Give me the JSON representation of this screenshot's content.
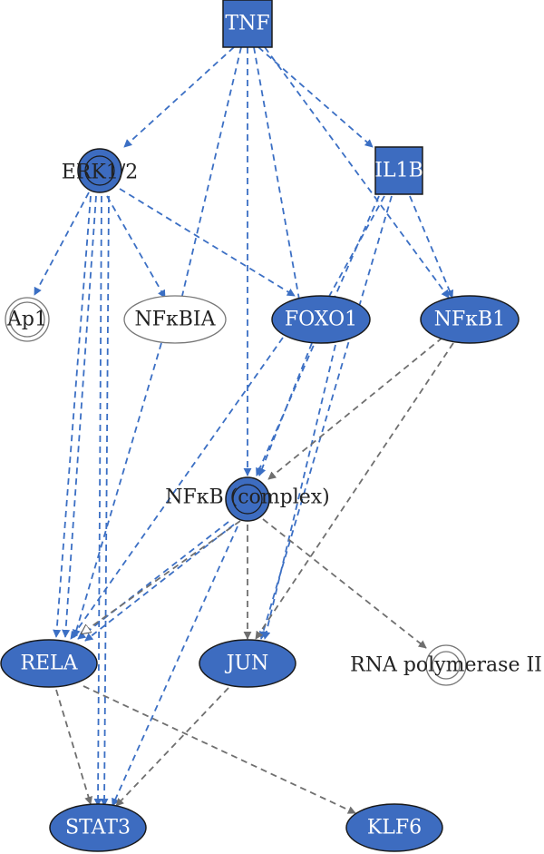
{
  "colors": {
    "node_fill": "#3d6cc0",
    "node_stroke": "#1a1a1a",
    "blue_edge": "#3b6fc4",
    "gray_edge": "#6f6f6f",
    "white_node_stroke": "#777777",
    "label_on_blue": "#ffffff",
    "label_dark": "#222222"
  },
  "nodes": {
    "tnf": {
      "label": "TNF"
    },
    "erk12": {
      "label": "ERK1/2"
    },
    "il1b": {
      "label": "IL1B"
    },
    "ap1": {
      "label": "Ap1"
    },
    "nfkbia": {
      "label": "NFκBIA"
    },
    "foxo1": {
      "label": "FOXO1"
    },
    "nfkb1": {
      "label": "NFκB1"
    },
    "nfkb_complex": {
      "label": "NFκB (complex)"
    },
    "rela": {
      "label": "RELA"
    },
    "jun": {
      "label": "JUN"
    },
    "rnapol2": {
      "label": "RNA polymerase II"
    },
    "stat3": {
      "label": "STAT3"
    },
    "klf6": {
      "label": "KLF6"
    }
  }
}
